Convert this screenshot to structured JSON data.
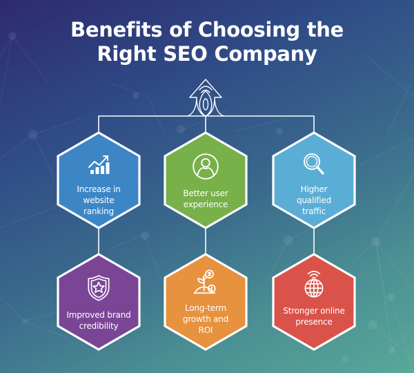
{
  "title": {
    "line1": "Benefits of Choosing the",
    "line2": "Right SEO Company"
  },
  "top_icon": "growth-arrow-icon",
  "colors": {
    "background_top_left": "#2e2a6e",
    "background_bottom_right": "#58a89a",
    "connector": "#ffffff",
    "hex_border": "#ffffff"
  },
  "benefits": [
    {
      "label_lines": [
        "Increase in",
        "website",
        "ranking"
      ],
      "icon": "bar-chart-trend-icon",
      "color": "#3d86c6"
    },
    {
      "label_lines": [
        "Better user",
        "experience"
      ],
      "icon": "user-circle-icon",
      "color": "#78b04a"
    },
    {
      "label_lines": [
        "Higher",
        "qualified",
        "traffic"
      ],
      "icon": "magnifier-icon",
      "color": "#5aaed6"
    },
    {
      "label_lines": [
        "Improved brand",
        "credibility"
      ],
      "icon": "shield-star-icon",
      "color": "#7b4596"
    },
    {
      "label_lines": [
        "Long-term",
        "growth and",
        "ROI"
      ],
      "icon": "plant-coins-icon",
      "color": "#e6923e"
    },
    {
      "label_lines": [
        "Stronger online",
        "presence"
      ],
      "icon": "globe-signal-icon",
      "color": "#d9534a"
    }
  ]
}
